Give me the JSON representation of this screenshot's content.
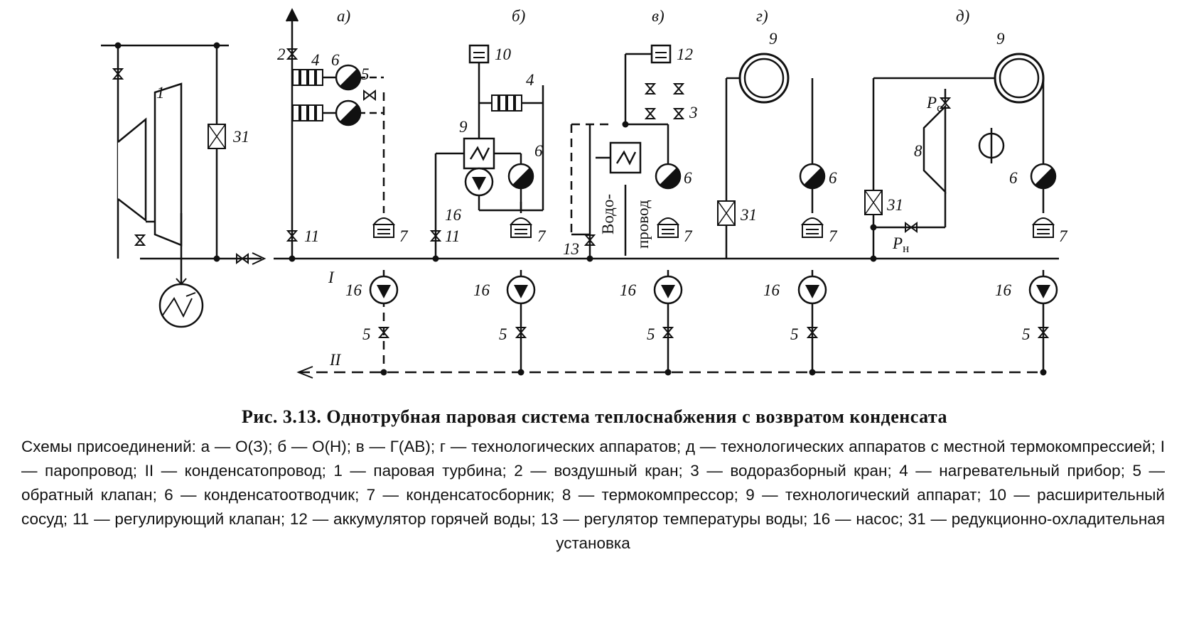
{
  "diagram": {
    "sublabels": {
      "a": "а)",
      "b": "б)",
      "v": "в)",
      "g": "г)",
      "d": "д)"
    },
    "labels": {
      "n1": "1",
      "n2": "2",
      "n3": "3",
      "n4a": "4",
      "n4b": "4",
      "n5": "5",
      "n6": "6",
      "n7": "7",
      "n8": "8",
      "n9": "9",
      "n10": "10",
      "n11": "11",
      "n12": "12",
      "n13": "13",
      "n16": "16",
      "n31": "31",
      "pc": "P",
      "pc_sub": "с",
      "pn": "P",
      "pn_sub": "н",
      "line_I": "I",
      "line_II": "II",
      "vodoprovod_1": "Водо-",
      "vodoprovod_2": "провод"
    }
  },
  "caption": {
    "title": "Рис. 3.13. Однотрубная паровая система теплоснабжения с возвратом конденсата",
    "text": "Схемы присоединений: а — О(З); б — О(Н); в — Г(АВ); г — технологических аппаратов; д — технологических аппаратов с местной термокомпрессией; I — паропровод; II — конденсатопровод; 1 — паровая турбина; 2 — воздушный кран; 3 — водоразборный кран; 4 — нагревательный прибор; 5 — обратный клапан; 6 — конденсатоотводчик; 7 — конденсатосборник; 8 — термокомпрессор; 9 — технологический аппарат; 10 — расширительный сосуд; 11 — регулирующий клапан; 12 — аккумулятор горячей воды; 13 — регулятор температуры воды; 16 — насос; 31 — редукционно-охладительная установка"
  }
}
